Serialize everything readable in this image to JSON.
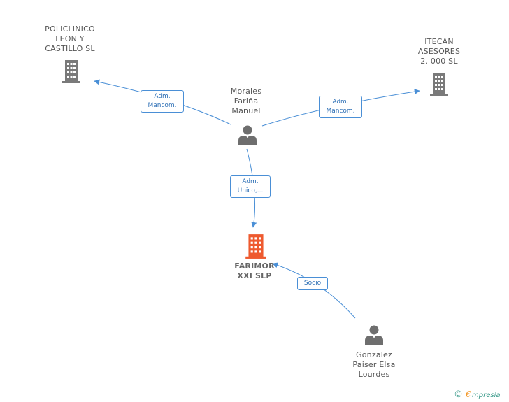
{
  "colors": {
    "edge": "#4a8fd6",
    "company": "#7a7a7a",
    "company_focus": "#ee5a2f",
    "person": "#6e6e6e",
    "label_text": "#2d6fb5",
    "brand_orange": "#f39a2b",
    "brand_teal": "#3a9a8a"
  },
  "nodes": {
    "policlinico": {
      "type": "company",
      "lines": [
        "POLICLINICO",
        "LEON Y",
        "CASTILLO SL"
      ]
    },
    "itecan": {
      "type": "company",
      "lines": [
        "ITECAN",
        "ASESORES",
        "2. 000 SL"
      ]
    },
    "morales": {
      "type": "person",
      "lines": [
        "Morales",
        "Fariña",
        "Manuel"
      ]
    },
    "farimor": {
      "type": "company-focus",
      "lines": [
        "FARIMOR",
        "XXI SLP"
      ]
    },
    "gonzalez": {
      "type": "person",
      "lines": [
        "Gonzalez",
        "Paiser Elsa",
        "Lourdes"
      ]
    }
  },
  "edges": {
    "morales_policlinico": {
      "label": [
        "Adm.",
        "Mancom."
      ]
    },
    "morales_itecan": {
      "label": [
        "Adm.",
        "Mancom."
      ]
    },
    "morales_farimor": {
      "label": [
        "Adm.",
        "Unico,..."
      ]
    },
    "gonzalez_farimor": {
      "label": [
        "Socio"
      ]
    }
  },
  "footer": {
    "copyright_symbol": "©",
    "brand": "Empresia"
  }
}
